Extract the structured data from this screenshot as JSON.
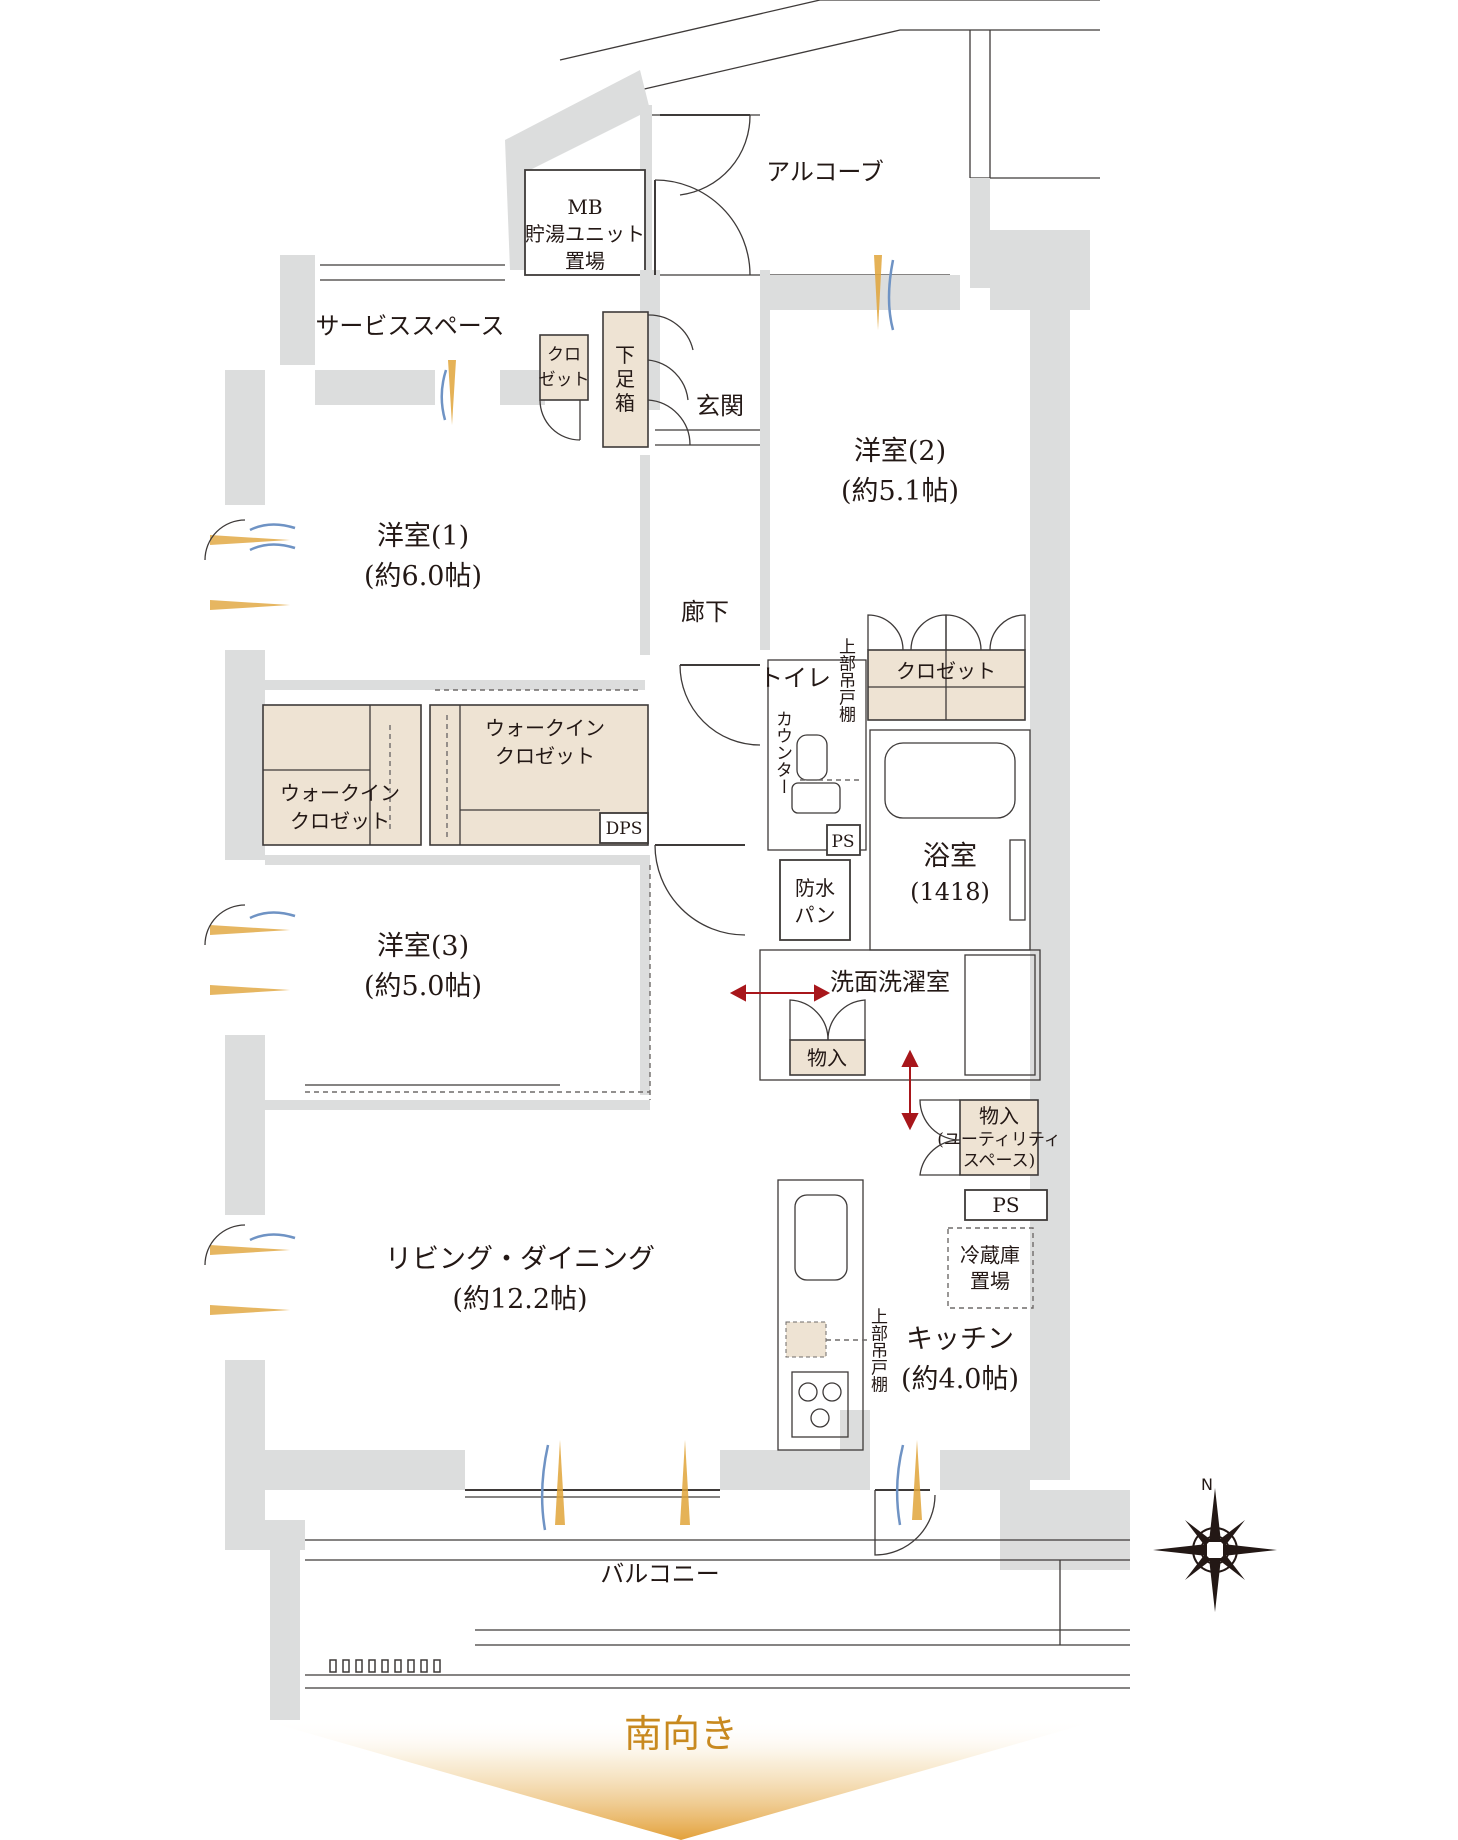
{
  "rooms": {
    "alcove": "アルコーブ",
    "mb_line1": "MB",
    "mb_line2": "貯湯ユニット",
    "mb_line3": "置場",
    "service_space": "サービススペース",
    "closet_small_1": "クロ",
    "closet_small_2": "ゼット",
    "shoe_box_1": "下",
    "shoe_box_2": "足",
    "shoe_box_3": "箱",
    "entrance": "玄関",
    "western2_name": "洋室(2)",
    "western2_size": "(約5.1帖)",
    "western1_name": "洋室(1)",
    "western1_size": "(約6.0帖)",
    "hallway": "廊下",
    "closet2": "クロゼット",
    "toilet": "トイレ",
    "upper_cabinet_vertical": "上部吊戸棚",
    "counter_vertical": "カウンター",
    "wic_a_line1": "ウォークイン",
    "wic_a_line2": "クロゼット",
    "wic_b_line1": "ウォークイン",
    "wic_b_line2": "クロゼット",
    "dps": "DPS",
    "ps_toilet": "PS",
    "bath_name": "浴室",
    "bath_size": "(1418)",
    "waterproof_pan_1": "防水",
    "waterproof_pan_2": "パン",
    "western3_name": "洋室(3)",
    "western3_size": "(約5.0帖)",
    "washroom": "洗面洗濯室",
    "storage": "物入",
    "utility_name": "物入",
    "utility_sub_1": "(ユーティリティ",
    "utility_sub_2": "スペース)",
    "ps_kitchen": "PS",
    "fridge_1": "冷蔵庫",
    "fridge_2": "置場",
    "living_name": "リビング・ダイニング",
    "living_size": "(約12.2帖)",
    "kitchen_name": "キッチン",
    "kitchen_size": "(約4.0帖)",
    "kitchen_upper_cabinet_vertical": "上部吊戸棚",
    "balcony": "バルコニー"
  },
  "compass": {
    "north_label": "N"
  },
  "orientation": {
    "label": "南向き"
  },
  "colors": {
    "wall": "#dcdddd",
    "closet_fill": "#eee3d3",
    "accent_gold": "#c8891f",
    "arrow_red": "#a8161b",
    "breeze_blue": "#6f93c4",
    "breeze_gold": "#e0a43a"
  }
}
